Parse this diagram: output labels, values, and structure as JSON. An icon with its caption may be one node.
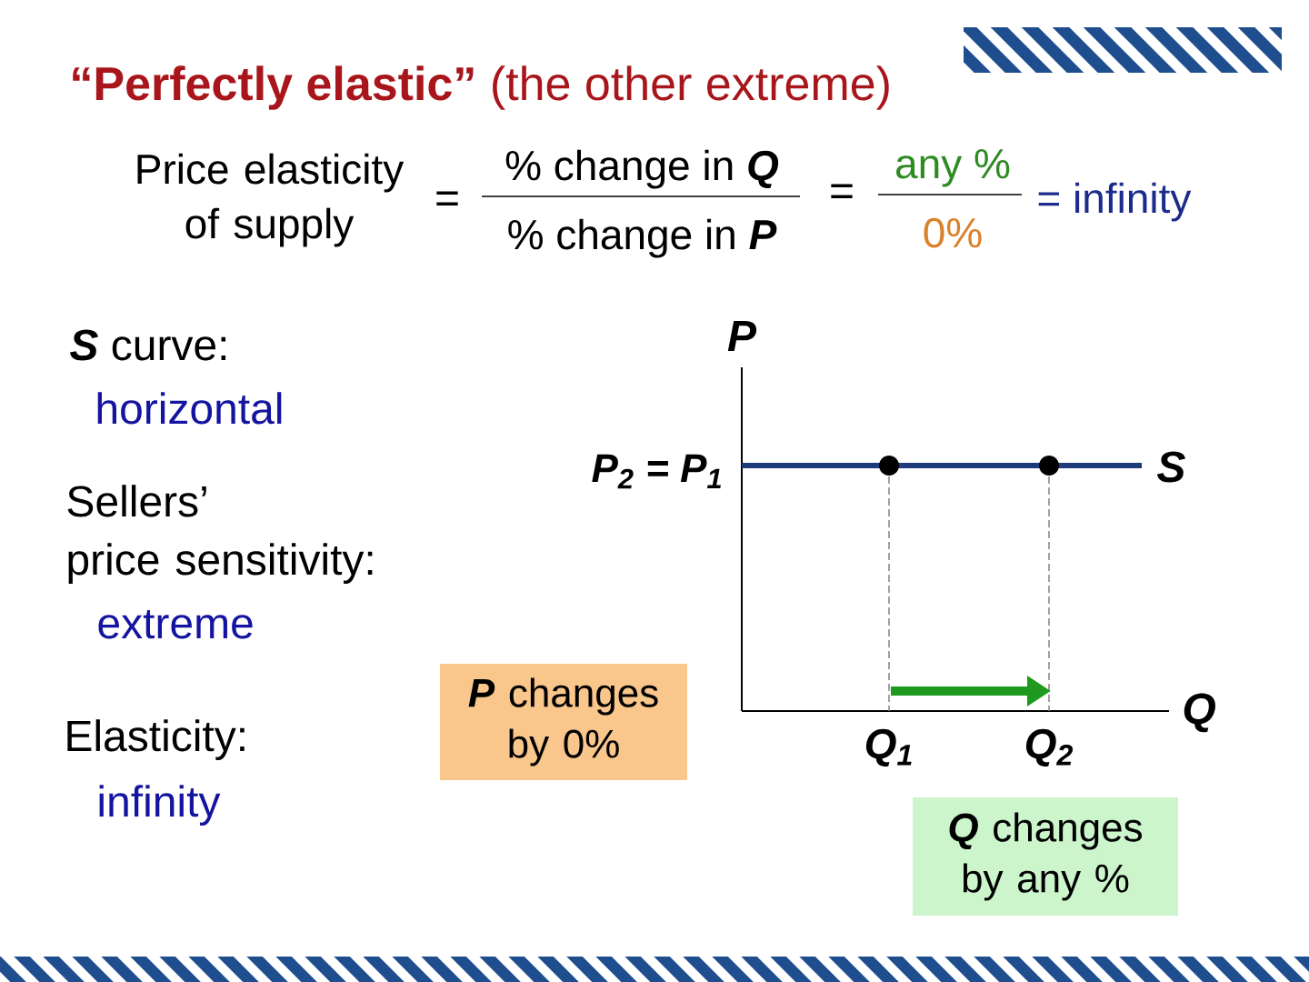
{
  "diagram": {
    "title": "**“Perfectly elastic”** (the other extreme)",
    "nodes": [
      {
        "text": [
          "**P** changes by 0%"
        ]
      },
      {
        "text": [
          "**Q** changes by any %"
        ]
      }
    ],
    "labels": [
      "Price elasticity of supply",
      "=",
      "% change in **Q**",
      "% change in **P**",
      "=",
      "any %",
      "0%",
      "= infinity",
      "**S** curve:",
      "horizontal",
      "P",
      "P$_{2}$ = P$_{1}$",
      "S",
      "Sellers’ price sensitivity:",
      "extreme",
      "Elasticity:",
      "infinity",
      "Q",
      "Q$_{1}$",
      "Q$_{2}$"
    ]
  }
}
